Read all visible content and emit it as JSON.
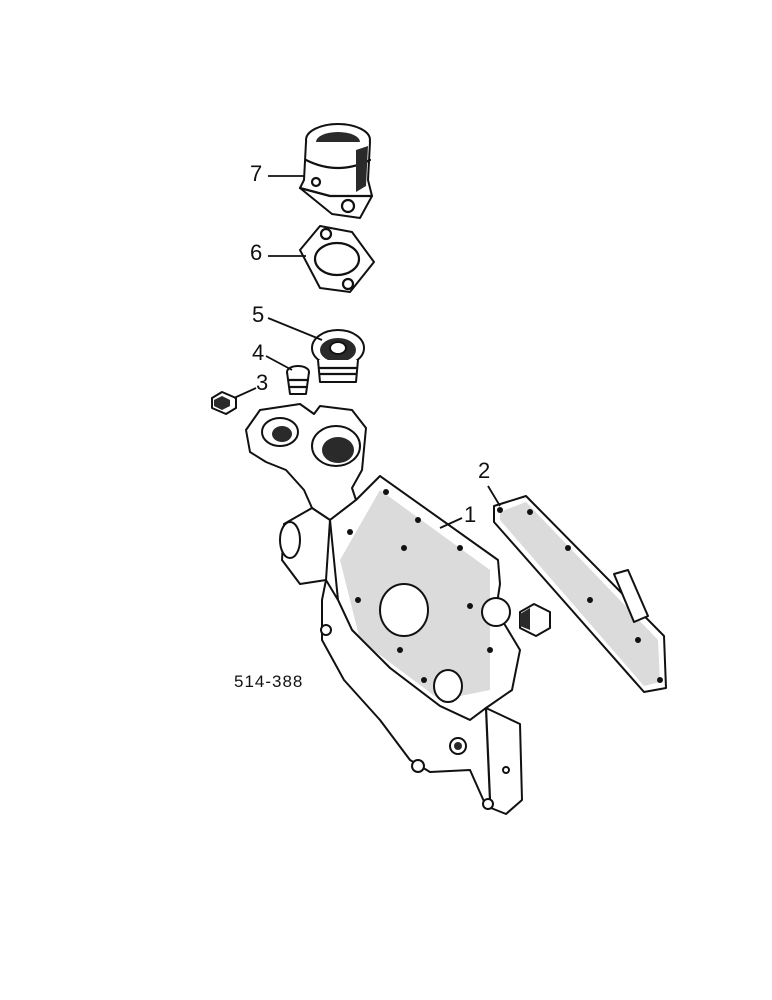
{
  "figure_code": "514-388",
  "callouts": [
    {
      "id": "1",
      "label": "1",
      "part": "housing"
    },
    {
      "id": "2",
      "label": "2",
      "part": "gasket"
    },
    {
      "id": "3",
      "label": "3",
      "part": "plug"
    },
    {
      "id": "4",
      "label": "4",
      "part": "plug"
    },
    {
      "id": "5",
      "label": "5",
      "part": "thermostat"
    },
    {
      "id": "6",
      "label": "6",
      "part": "gasket"
    },
    {
      "id": "7",
      "label": "7",
      "part": "outlet"
    }
  ]
}
